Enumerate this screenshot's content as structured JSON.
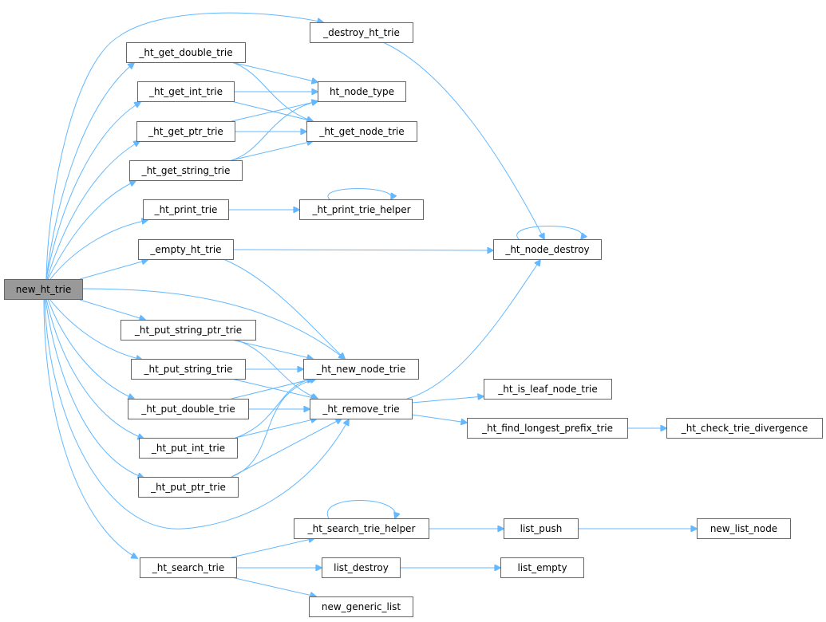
{
  "graph": {
    "edge_color": "#63b8ff",
    "root_fill": "#999999",
    "nodes": {
      "new_ht_trie": "new_ht_trie",
      "destroy_ht_trie": "_destroy_ht_trie",
      "ht_get_double_trie": "_ht_get_double_trie",
      "ht_get_int_trie": "_ht_get_int_trie",
      "ht_get_ptr_trie": "_ht_get_ptr_trie",
      "ht_get_string_trie": "_ht_get_string_trie",
      "ht_print_trie": "_ht_print_trie",
      "empty_ht_trie": "_empty_ht_trie",
      "ht_node_type": "ht_node_type",
      "ht_get_node_trie": "_ht_get_node_trie",
      "ht_print_trie_helper": "_ht_print_trie_helper",
      "ht_node_destroy": "_ht_node_destroy",
      "ht_put_string_ptr_trie": "_ht_put_string_ptr_trie",
      "ht_put_string_trie": "_ht_put_string_trie",
      "ht_put_double_trie": "_ht_put_double_trie",
      "ht_put_int_trie": "_ht_put_int_trie",
      "ht_put_ptr_trie": "_ht_put_ptr_trie",
      "ht_new_node_trie": "_ht_new_node_trie",
      "ht_remove_trie": "_ht_remove_trie",
      "ht_is_leaf_node_trie": "_ht_is_leaf_node_trie",
      "ht_find_longest_prefix_trie": "_ht_find_longest_prefix_trie",
      "ht_check_trie_divergence": "_ht_check_trie_divergence",
      "ht_search_trie_helper": "_ht_search_trie_helper",
      "ht_search_trie": "_ht_search_trie",
      "list_push": "list_push",
      "new_list_node": "new_list_node",
      "list_destroy": "list_destroy",
      "list_empty": "list_empty",
      "new_generic_list": "new_generic_list"
    }
  }
}
